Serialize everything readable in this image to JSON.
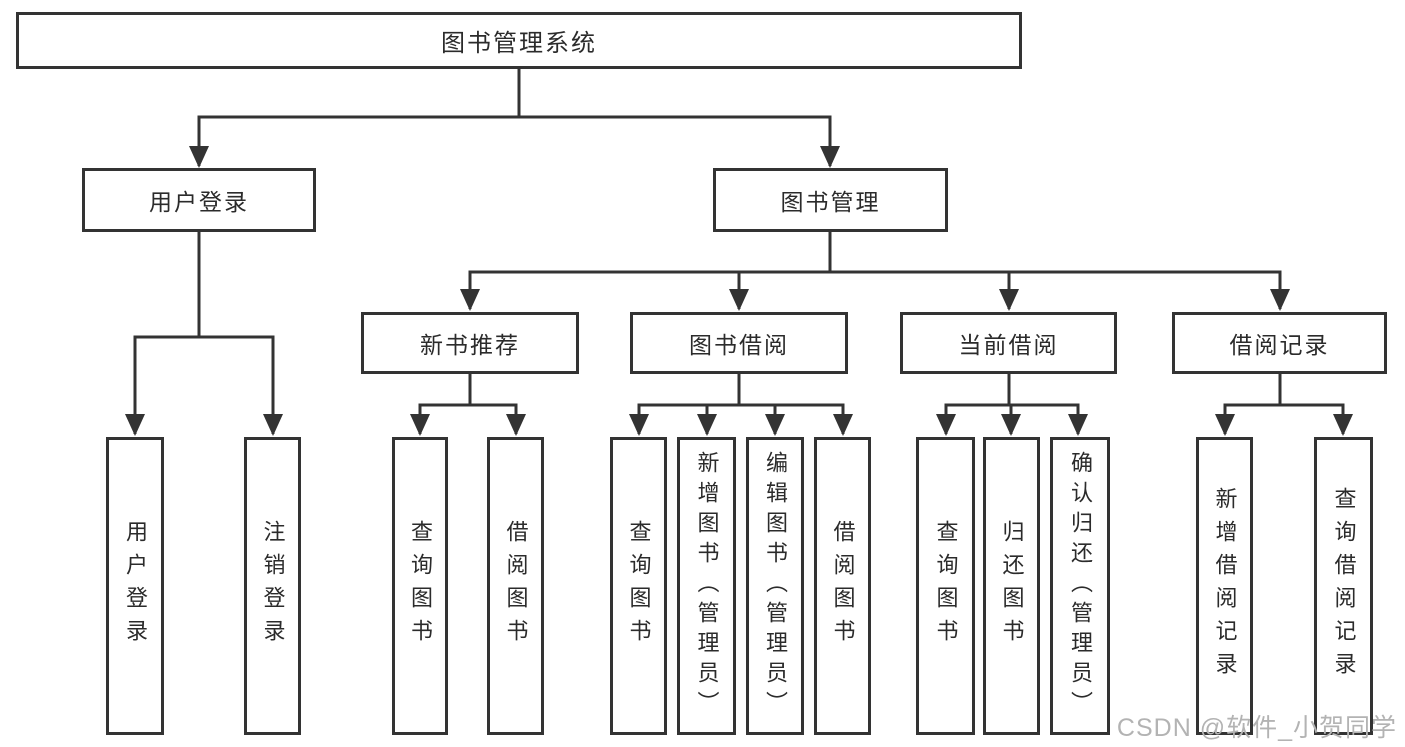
{
  "tree": {
    "root": "图书管理系统",
    "children": [
      {
        "label": "用户登录",
        "children": [
          "用户登录",
          "注销登录"
        ]
      },
      {
        "label": "图书管理",
        "children": [
          {
            "label": "新书推荐",
            "children": [
              "查询图书",
              "借阅图书"
            ]
          },
          {
            "label": "图书借阅",
            "children": [
              "查询图书",
              "新增图书（管理员）",
              "编辑图书（管理员）",
              "借阅图书"
            ]
          },
          {
            "label": "当前借阅",
            "children": [
              "查询图书",
              "归还图书",
              "确认归还（管理员）"
            ]
          },
          {
            "label": "借阅记录",
            "children": [
              "新增借阅记录",
              "查询借阅记录"
            ]
          }
        ]
      }
    ]
  },
  "watermark": "CSDN @软件_小贺同学",
  "colors": {
    "line": "#333333",
    "box_background": "#ffffff",
    "text": "#2b2b2b",
    "watermark": "#b3b3b3"
  }
}
